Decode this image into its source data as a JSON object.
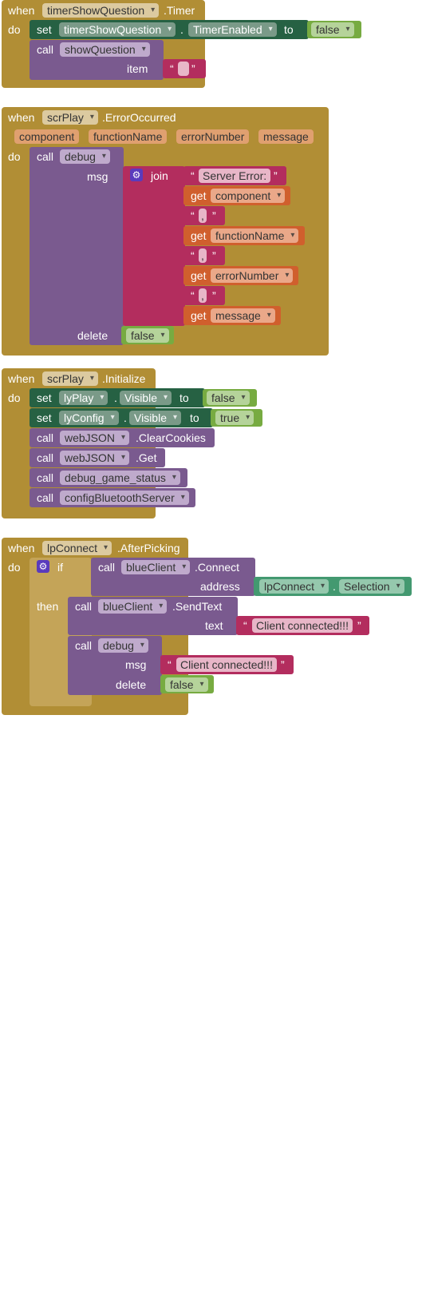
{
  "kw": {
    "when": "when",
    "do": "do",
    "set": "set",
    "to": "to",
    "call": "call",
    "get": "get",
    "join": "join",
    "if": "if",
    "then": "then",
    "item": "item",
    "msg": "msg",
    "delete": "delete",
    "text": "text",
    "address": "address",
    "dot": "."
  },
  "blocks": {
    "b1": {
      "component": "timerShowQuestion",
      "event": ".Timer",
      "set_component": "timerShowQuestion",
      "set_property": "TimerEnabled",
      "set_value": "false",
      "call_proc": "showQuestion",
      "item_value": ""
    },
    "b2": {
      "component": "scrPlay",
      "event": ".ErrorOccurred",
      "params": [
        "component",
        "functionName",
        "errorNumber",
        "message"
      ],
      "call_proc": "debug",
      "join_items": [
        "Server Error:",
        "component",
        ",",
        "functionName",
        ",",
        "errorNumber",
        ",",
        "message"
      ],
      "delete_value": "false"
    },
    "b3": {
      "component": "scrPlay",
      "event": ".Initialize",
      "set1_component": "lyPlay",
      "set1_property": "Visible",
      "set1_value": "false",
      "set2_component": "lyConfig",
      "set2_property": "Visible",
      "set2_value": "true",
      "call1_component": "webJSON",
      "call1_method": ".ClearCookies",
      "call2_component": "webJSON",
      "call2_method": ".Get",
      "call3_proc": "debug_game_status",
      "call4_proc": "configBluetoothServer"
    },
    "b4": {
      "component": "lpConnect",
      "event": ".AfterPicking",
      "if_component": "blueClient",
      "if_method": ".Connect",
      "address_component": "lpConnect",
      "address_property": "Selection",
      "then_component": "blueClient",
      "then_method": ".SendText",
      "sendtext_value": "Client connected!!!",
      "debug_proc": "debug",
      "debug_msg": "Client connected!!!",
      "debug_delete": "false"
    }
  },
  "colors": {
    "event": "#b18e35",
    "procedure": "#7a5a8f",
    "setter": "#266143",
    "logic": "#77ab41",
    "text": "#b32d5e",
    "variable": "#d05f2d",
    "component": "#439970"
  }
}
